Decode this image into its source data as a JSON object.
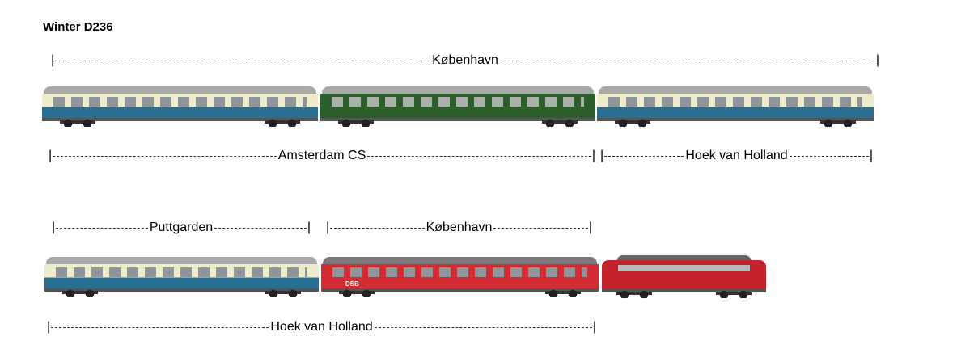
{
  "title": "Winter D236",
  "row1": {
    "top_label": "København",
    "bottom_labels": [
      "Amsterdam CS",
      "Hoek van Holland"
    ]
  },
  "row2": {
    "top_labels": [
      "Puttgarden",
      "København"
    ],
    "bottom_label": "Hoek van Holland",
    "dsb_text": "DSB"
  },
  "colors": {
    "blue": "#2a6f92",
    "cream": "#efeccb",
    "green": "#2c5e2c",
    "red": "#d52b35"
  }
}
